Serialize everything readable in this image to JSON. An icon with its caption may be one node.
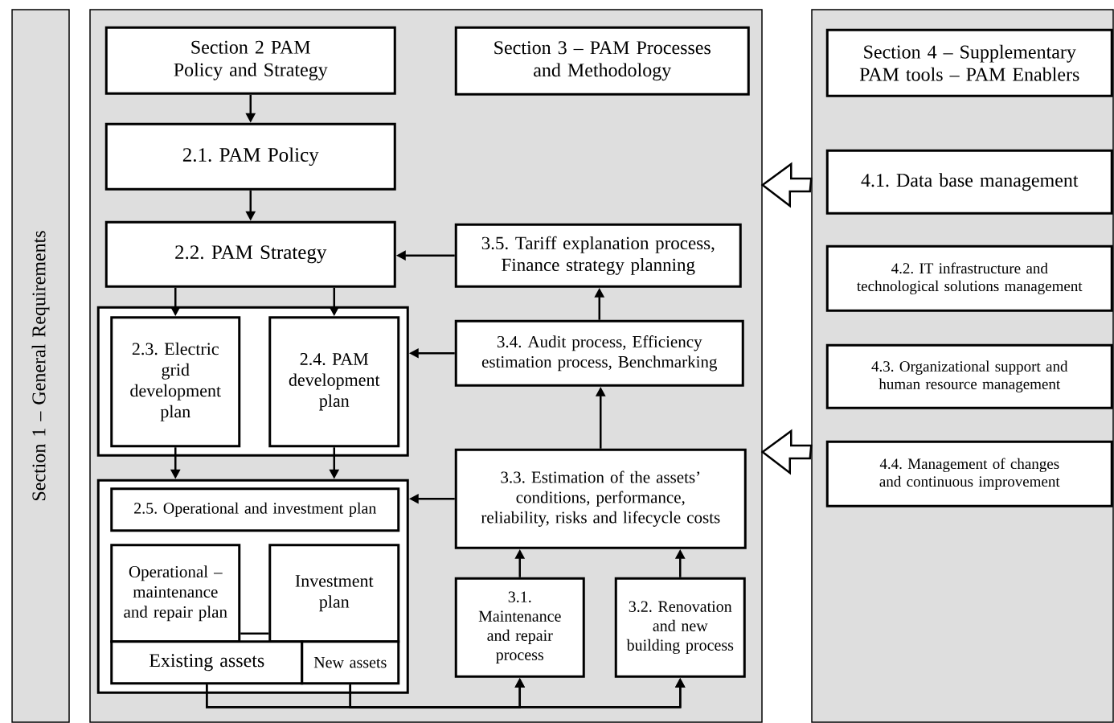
{
  "diagram": {
    "nodes": [
      {
        "text": [
          "Section 1 – General Requirements"
        ]
      },
      {
        "text": [],
        "shape": "box"
      },
      {
        "text": [],
        "shape": "box"
      },
      {
        "text": [
          "Section 2 PAM Policy and Strategy"
        ],
        "in": 1
      },
      {
        "text": [
          "Section 3 – PAM Processes and Methodology"
        ],
        "in": 1
      },
      {
        "text": [
          "Section 4 – Supplementary PAM tools – PAM Enablers"
        ],
        "in": 2
      },
      {
        "text": [
          "2.1. PAM Policy"
        ],
        "in": 1
      },
      {
        "text": [
          "2.2. PAM Strategy"
        ],
        "in": 1
      },
      {
        "text": [
          "3.5. Tariff explanation process, Finance strategy planning"
        ],
        "in": 1
      },
      {
        "text": [
          "4.1. Data base management"
        ],
        "in": 2
      },
      {
        "text": [
          "4.2. IT infrastructure and technological solutions management"
        ],
        "in": 2
      },
      {
        "text": [],
        "shape": "box",
        "in": 1
      },
      {
        "text": [
          "2.3. Electric grid development plan"
        ],
        "in": 11
      },
      {
        "text": [
          "2.4. PAM development plan"
        ],
        "in": 11
      },
      {
        "text": [
          "3.4. Audit process, Efficiency estimation process, Benchmarking"
        ],
        "in": 1
      },
      {
        "text": [
          "4.3. Organizational support and human resource management"
        ],
        "in": 2
      },
      {
        "text": [
          "4.4. Management of changes and continuous improvement"
        ],
        "in": 2
      },
      {
        "text": [],
        "shape": "box",
        "in": 1
      },
      {
        "text": [
          "2.5. Operational and investment plan"
        ],
        "in": 17
      },
      {
        "text": [
          "Operational – maintenance and repair plan"
        ],
        "in": 17
      },
      {
        "text": [
          "Investment plan"
        ],
        "in": 17
      },
      {
        "text": [
          "Existing assets"
        ],
        "in": 17
      },
      {
        "text": [
          "New assets"
        ],
        "in": 17
      },
      {
        "text": [
          "3.3. Estimation of the assets’ conditions, performance, reliability, risks and lifecycle costs"
        ],
        "in": 1
      },
      {
        "text": [
          "3.1. Maintenance and repair process"
        ],
        "in": 1
      },
      {
        "text": [
          "3.2. Renovation and new building process"
        ],
        "in": 1
      }
    ],
    "edges": [
      {
        "from": 3,
        "to": 6,
        "arrow": "to"
      },
      {
        "from": 6,
        "to": 7,
        "arrow": "to"
      },
      {
        "from": 7,
        "to": 12,
        "arrow": "to"
      },
      {
        "from": 7,
        "to": 13,
        "arrow": "to"
      },
      {
        "from": 12,
        "to": 17,
        "arrow": "to"
      },
      {
        "from": 13,
        "to": 17,
        "arrow": "to"
      },
      {
        "from": 8,
        "to": 7,
        "arrow": "to"
      },
      {
        "from": 14,
        "to": 11,
        "arrow": "to"
      },
      {
        "from": 23,
        "to": 17,
        "arrow": "to"
      },
      {
        "from": 14,
        "to": 8,
        "arrow": "to"
      },
      {
        "from": 23,
        "to": 14,
        "arrow": "to"
      },
      {
        "from": 24,
        "to": 23,
        "arrow": "to"
      },
      {
        "from": 25,
        "to": 23,
        "arrow": "to"
      },
      {
        "from": 19,
        "to": 20,
        "arrow": "none"
      },
      {
        "from": 21,
        "to": 24,
        "arrow": "to"
      },
      {
        "from": 21,
        "to": 25,
        "arrow": "to"
      },
      {
        "from": 22,
        "to": 24,
        "arrow": "to"
      },
      {
        "from": 22,
        "to": 25,
        "arrow": "to"
      },
      {
        "from": 2,
        "to": 1,
        "arrow": "to",
        "style": "thick"
      },
      {
        "from": 2,
        "to": 1,
        "arrow": "to",
        "style": "thick"
      }
    ]
  }
}
